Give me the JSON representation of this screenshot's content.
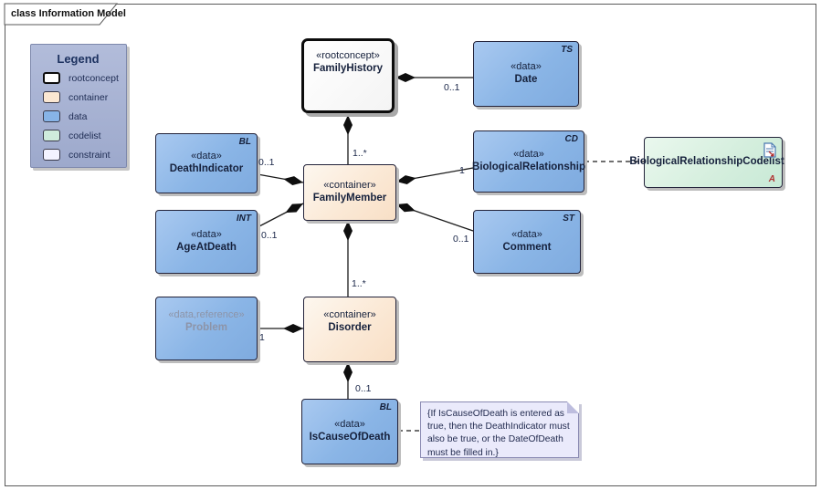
{
  "frame": {
    "title": "class Information Model"
  },
  "legend": {
    "title": "Legend",
    "items": [
      {
        "label": "rootconcept",
        "color": "#ffffff"
      },
      {
        "label": "container",
        "color": "#fbe7d2"
      },
      {
        "label": "data",
        "color": "#87b4e7"
      },
      {
        "label": "codelist",
        "color": "#cfecdc"
      },
      {
        "label": "constraint",
        "color": "#f3f3ff"
      }
    ]
  },
  "nodes": {
    "familyHistory": {
      "stereotype": "«rootconcept»",
      "name": "FamilyHistory"
    },
    "date": {
      "stereotype": "«data»",
      "name": "Date",
      "tag": "TS"
    },
    "deathIndicator": {
      "stereotype": "«data»",
      "name": "DeathIndicator",
      "tag": "BL"
    },
    "familyMember": {
      "stereotype": "«container»",
      "name": "FamilyMember"
    },
    "biologicalRelationship": {
      "stereotype": "«data»",
      "name": "BiologicalRelationship",
      "tag": "CD"
    },
    "codelist": {
      "name": "BiologicalRelationshipCodelist",
      "letter": "A"
    },
    "ageAtDeath": {
      "stereotype": "«data»",
      "name": "AgeAtDeath",
      "tag": "INT"
    },
    "comment": {
      "stereotype": "«data»",
      "name": "Comment",
      "tag": "ST"
    },
    "problem": {
      "stereotype": "«data,reference»",
      "name": "Problem"
    },
    "disorder": {
      "stereotype": "«container»",
      "name": "Disorder"
    },
    "isCauseOfDeath": {
      "stereotype": "«data»",
      "name": "IsCauseOfDeath",
      "tag": "BL"
    }
  },
  "multiplicities": {
    "date": "0..1",
    "familyMember": "1..*",
    "deathIndicator": "0..1",
    "ageAtDeath": "0..1",
    "biologicalRelationship": "1",
    "comment": "0..1",
    "disorder": "1..*",
    "problem": "1",
    "isCauseOfDeath": "0..1"
  },
  "constraint_note": {
    "text": "{If IsCauseOfDeath is entered as true, then the DeathIndicator must also be true, or the DateOfDeath must be filled in.}"
  },
  "colors": {
    "data_fill": "#87b4e7",
    "container_fill": "#fbe7d2",
    "codelist_fill": "#cfecdc",
    "constraint_fill": "#eaeafb",
    "legend_fill": "#a7b1d2",
    "shadow": "#bdbdbd"
  }
}
